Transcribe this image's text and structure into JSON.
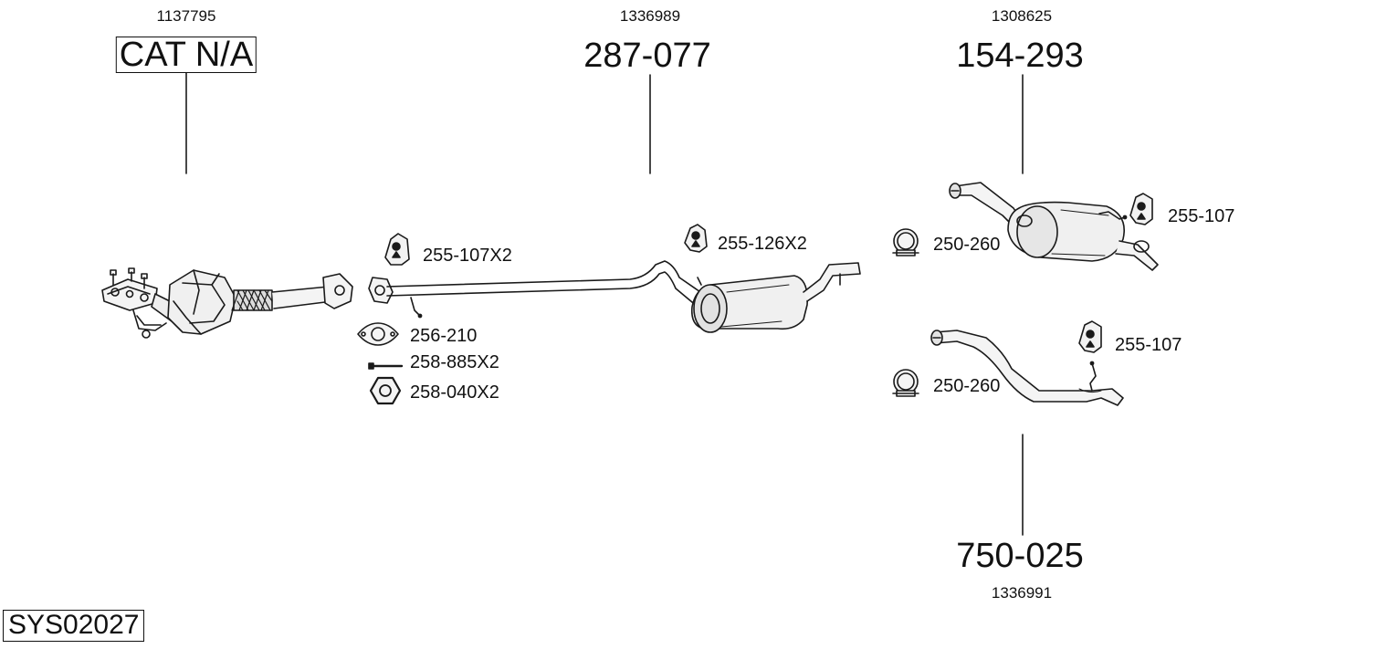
{
  "diagram_code": "SYS02027",
  "assemblies": [
    {
      "id": "catalyst",
      "oem": "1137795",
      "part": "CAT N/A"
    },
    {
      "id": "middle-silencer",
      "oem": "1336989",
      "part": "287-077"
    },
    {
      "id": "rear-silencer",
      "oem": "1308625",
      "part": "154-293"
    },
    {
      "id": "tail-pipe",
      "oem": "1336991",
      "part": "750-025"
    }
  ],
  "callouts": {
    "hanger_middle_front": "255-107X2",
    "hanger_middle_rear": "255-126X2",
    "gasket": "256-210",
    "bolt": "258-885X2",
    "nut": "258-040X2",
    "clamp_rear": "250-260",
    "hanger_rear": "255-107",
    "clamp_tail": "250-260",
    "hanger_tail": "255-107"
  },
  "colors": {
    "line": "#1a1a1a",
    "part_fill": "#f2f2f2",
    "part_shade": "#c9c9c9"
  }
}
